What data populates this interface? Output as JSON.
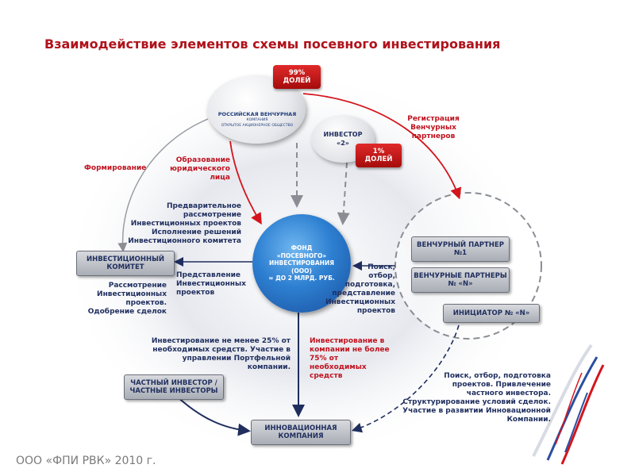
{
  "title": "Взаимодействие элементов схемы посевного инвестирования",
  "footer": "ООО «ФПИ РВК» 2010 г.",
  "rvk": {
    "name": "РОССИЙСКАЯ ВЕНЧУРНАЯ",
    "sub": "КОМПАНИЯ",
    "sub2": "ОТКРЫТОЕ АКЦИОНЕРНОЕ ОБЩЕСТВО",
    "badge_l1": "99%",
    "badge_l2": "ДОЛЕЙ"
  },
  "investor2": {
    "l1": "ИНВЕСТОР",
    "l2": "«2»",
    "badge_l1": "1%",
    "badge_l2": "ДОЛЕЙ"
  },
  "fund": {
    "l1": "ФОНД",
    "l2": "«ПОСЕВНОГО»",
    "l3": "ИНВЕСТИРОВАНИЯ",
    "l4": "(ООО)",
    "l5": "≈ ДО 2 МЛРД. РУБ."
  },
  "boxes": {
    "committee_l1": "ИНВЕСТИЦИОННЫЙ",
    "committee_l2": "КОМИТЕТ",
    "vp1_l1": "ВЕНЧУРНЫЙ ПАРТНЕР",
    "vp1_l2": "№1",
    "vpn_l1": "ВЕНЧУРНЫЕ ПАРТНЕРЫ",
    "vpn_l2": "№ «N»",
    "initiator": "ИНИЦИАТОР № «N»",
    "private_l1": "ЧАСТНЫЙ ИНВЕСТОР /",
    "private_l2": "ЧАСТНЫЕ ИНВЕСТОРЫ",
    "innov_l1": "ИННОВАЦИОННАЯ",
    "innov_l2": "КОМПАНИЯ"
  },
  "labels": {
    "formation": "Формирование",
    "legal_entity": [
      "Образование",
      "юридического",
      "лица"
    ],
    "registration": [
      "Регистрация",
      "Венчурных",
      "партнеров"
    ],
    "prelim": [
      "Предварительное",
      "рассмотрение",
      "Инвестиционных проектов",
      "Исполнение решений",
      "Инвестиционного комитета"
    ],
    "representation": [
      "Представление",
      "Инвестиционных",
      "проектов"
    ],
    "review": [
      "Рассмотрение",
      "Инвестиционных",
      "проектов.",
      "Одобрение сделок"
    ],
    "search": [
      "Поиск,",
      "отбор,",
      "подготовка,",
      "представление",
      "Инвестиционных",
      "проектов"
    ],
    "invest_min": [
      "Инвестирование не менее 25% от",
      "необходимых средств. Участие в",
      "управлении Портфельной",
      "компании."
    ],
    "invest_max": [
      "Инвестирование в",
      "компании не более",
      "75% от",
      "необходимых",
      "средств"
    ],
    "search_bottom": [
      "Поиск, отбор, подготовка",
      "проектов. Привлечение",
      "частного инвестора.",
      "Структурирование условий сделок.",
      "Участие в развитии Инновационной",
      "Компании."
    ]
  },
  "colors": {
    "title_red": "#b0121b",
    "navy": "#1f2e5e",
    "badge_red": "#c0121e",
    "fund_blue": "#2d7fd1"
  }
}
